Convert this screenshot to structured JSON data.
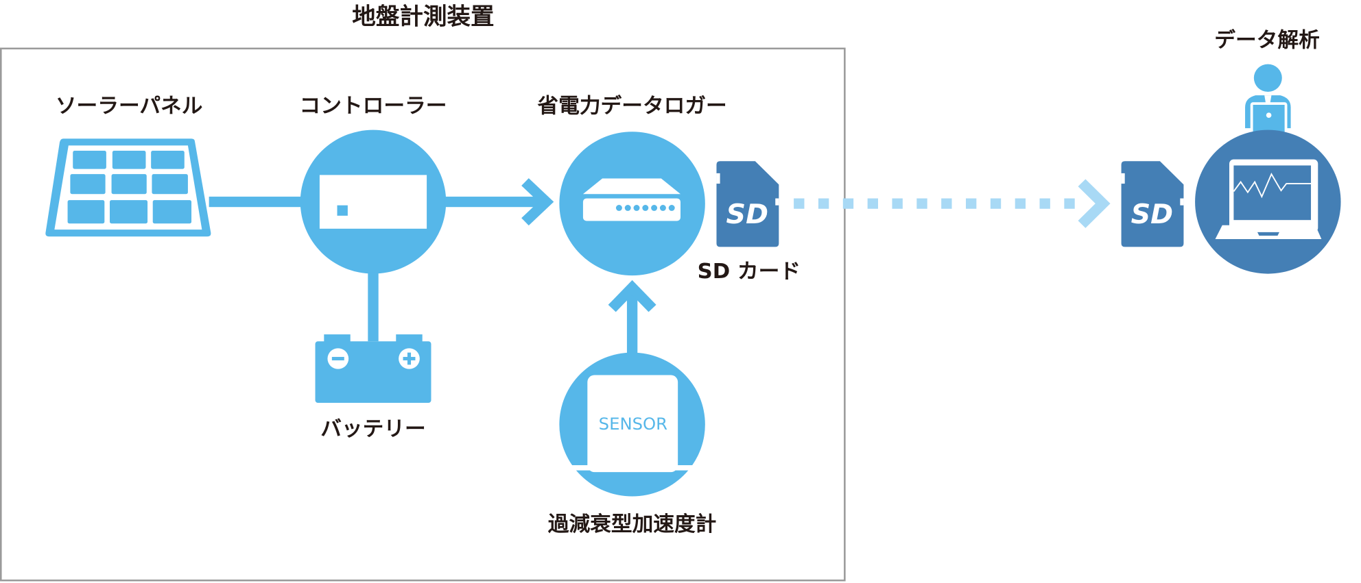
{
  "title": "地盤計測装置",
  "components": {
    "solar_panel": {
      "label": "ソーラーパネル"
    },
    "controller": {
      "label": "コントローラー"
    },
    "data_logger": {
      "label": "省電力データロガー"
    },
    "battery": {
      "label": "バッテリー"
    },
    "sensor": {
      "label": "過減衰型加速度計",
      "device_text": "SENSOR"
    },
    "sd_card": {
      "label": "SD カード",
      "card_text": "SD"
    },
    "analysis": {
      "label": "データ解析",
      "card_text": "SD"
    }
  },
  "colors": {
    "light_blue": "#56b7e9",
    "dark_blue": "#447fb5",
    "dotted_arrow": "#a8d9f5",
    "frame": "#9a9a9a",
    "text": "#231815"
  }
}
